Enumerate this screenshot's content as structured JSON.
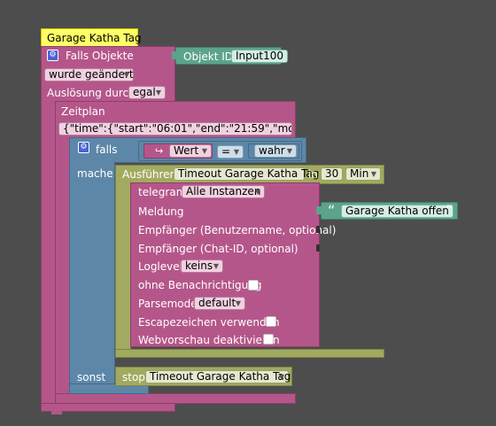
{
  "comment": "Garage Katha Tag",
  "trigger": {
    "label": "Falls Objekte",
    "object_label": "Objekt ID",
    "object_value": "Input100",
    "changed_option": "wurde geändert",
    "trigger_label": "Auslösung durch",
    "trigger_option": "egal"
  },
  "schedule": {
    "label": "Zeitplan",
    "value": "{\"time\":{\"start\":\"06:01\",\"end\":\"21:59\",\"mode\":\"m..."
  },
  "if_block": {
    "if_label": "falls",
    "do_label": "mache",
    "else_label": "sonst",
    "condition_var": "Wert",
    "condition_op": "=",
    "condition_value": "wahr"
  },
  "timeout": {
    "exec_label": "Ausführen",
    "name": "Timeout Garage Katha Tag",
    "in_label": "in",
    "delay": "30",
    "unit": "Min"
  },
  "telegram": {
    "label": "telegram",
    "instance": "Alle Instanzen",
    "message_label": "Meldung",
    "message_text": "Garage Katha offen",
    "quote_open": "“",
    "quote_close": "”",
    "recipient_user": "Empfänger (Benutzername, optional)",
    "recipient_chat": "Empfänger (Chat-ID, optional)",
    "loglevel_label": "Loglevel",
    "loglevel_value": "keins",
    "silent_label": "ohne Benachrichtigung",
    "parsemode_label": "Parsemode",
    "parsemode_value": "default",
    "escape_label": "Escapezeichen verwenden",
    "preview_label": "Webvorschau deaktivieren"
  },
  "stop": {
    "label": "stop",
    "name": "Timeout Garage Katha Tag"
  }
}
